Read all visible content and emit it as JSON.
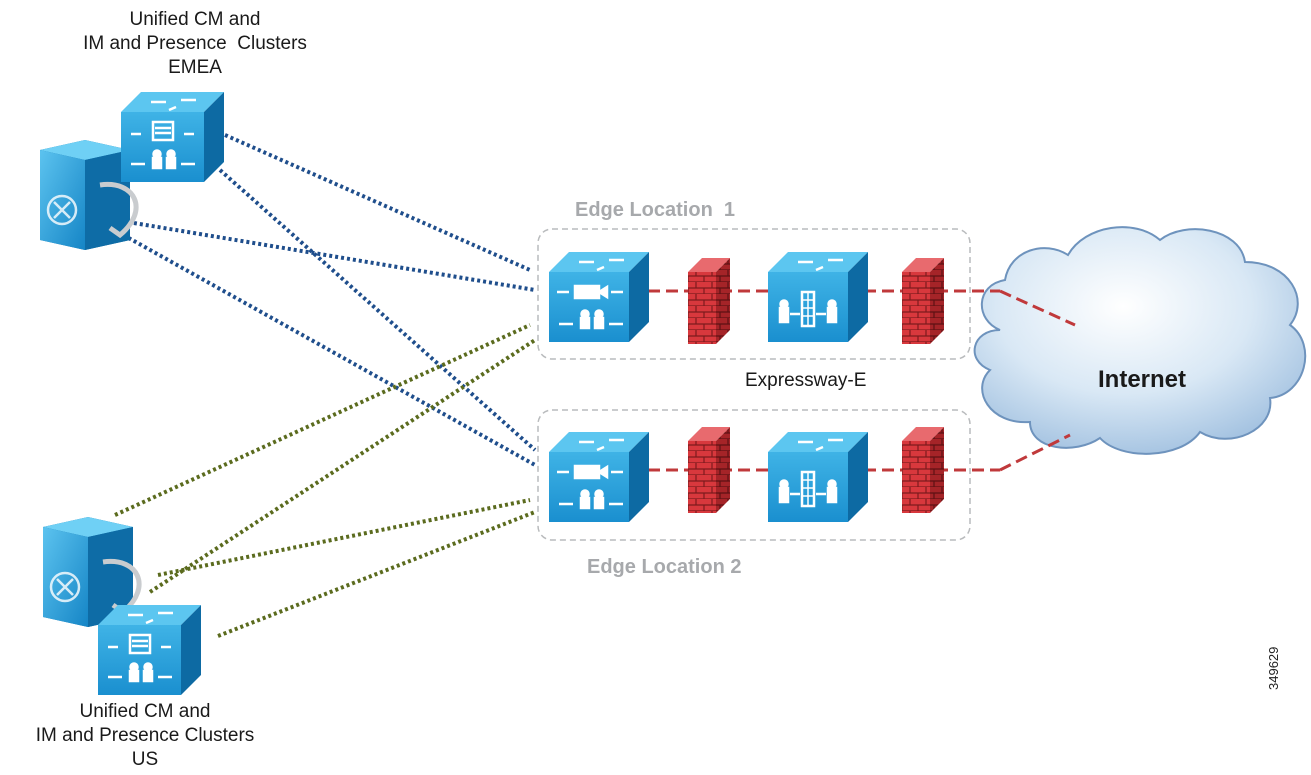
{
  "emea_cluster": {
    "line1": "Unified CM and",
    "line2": "IM and Presence  Clusters",
    "line3": "EMEA"
  },
  "us_cluster": {
    "line1": "Unified CM and",
    "line2": "IM and Presence Clusters",
    "line3": "US"
  },
  "edge_location_1": "Edge Location  1",
  "edge_location_2": "Edge Location 2",
  "expressway_label": "Expressway-E",
  "internet_label": "Internet",
  "figure_id": "349629",
  "colors": {
    "router_blue": "#1e9ad6",
    "emea_link": "#1f4e8c",
    "us_link": "#5b6b1e",
    "internet_link": "#c0393b",
    "firewall_red": "#d2353a",
    "edge_box": "#b9bbbd",
    "edge_title": "#a7a9ac"
  },
  "icons": [
    "unified-cm-router-icon",
    "server-icon",
    "expressway-c-router-icon",
    "expressway-e-router-icon",
    "firewall-icon",
    "internet-cloud-icon"
  ]
}
